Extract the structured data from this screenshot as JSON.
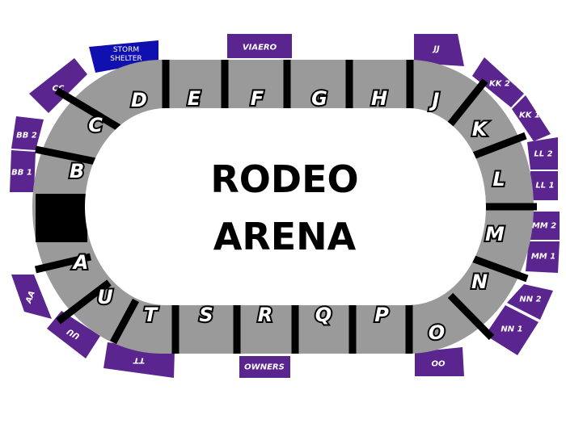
{
  "arena": {
    "line1": "RODEO",
    "line2": "ARENA"
  },
  "colors": {
    "suite": "#5b2590",
    "storm_shelter": "#1010b0",
    "seating": "#9a9a9a",
    "dividers": "#000000"
  },
  "sections": {
    "a": "A",
    "b": "B",
    "c": "C",
    "d": "D",
    "e": "E",
    "f": "F",
    "g": "G",
    "h": "H",
    "j": "J",
    "k": "K",
    "l": "L",
    "m": "M",
    "n": "N",
    "o": "O",
    "p": "P",
    "q": "Q",
    "r": "R",
    "s": "S",
    "t": "T",
    "u": "U"
  },
  "boxes": {
    "storm_shelter_1": "STORM",
    "storm_shelter_2": "SHELTER",
    "viaero": "VIAERO",
    "jj": "JJ",
    "kk2": "KK 2",
    "kk1": "KK 1",
    "ll2": "LL 2",
    "ll1": "LL 1",
    "mm2": "MM 2",
    "mm1": "MM 1",
    "nn2": "NN 2",
    "nn1": "NN 1",
    "oo": "OO",
    "owners": "OWNERS",
    "tt": "TT",
    "uu": "UU",
    "aa": "AA",
    "bb1": "BB 1",
    "bb2": "BB 2",
    "cc": "CC"
  }
}
